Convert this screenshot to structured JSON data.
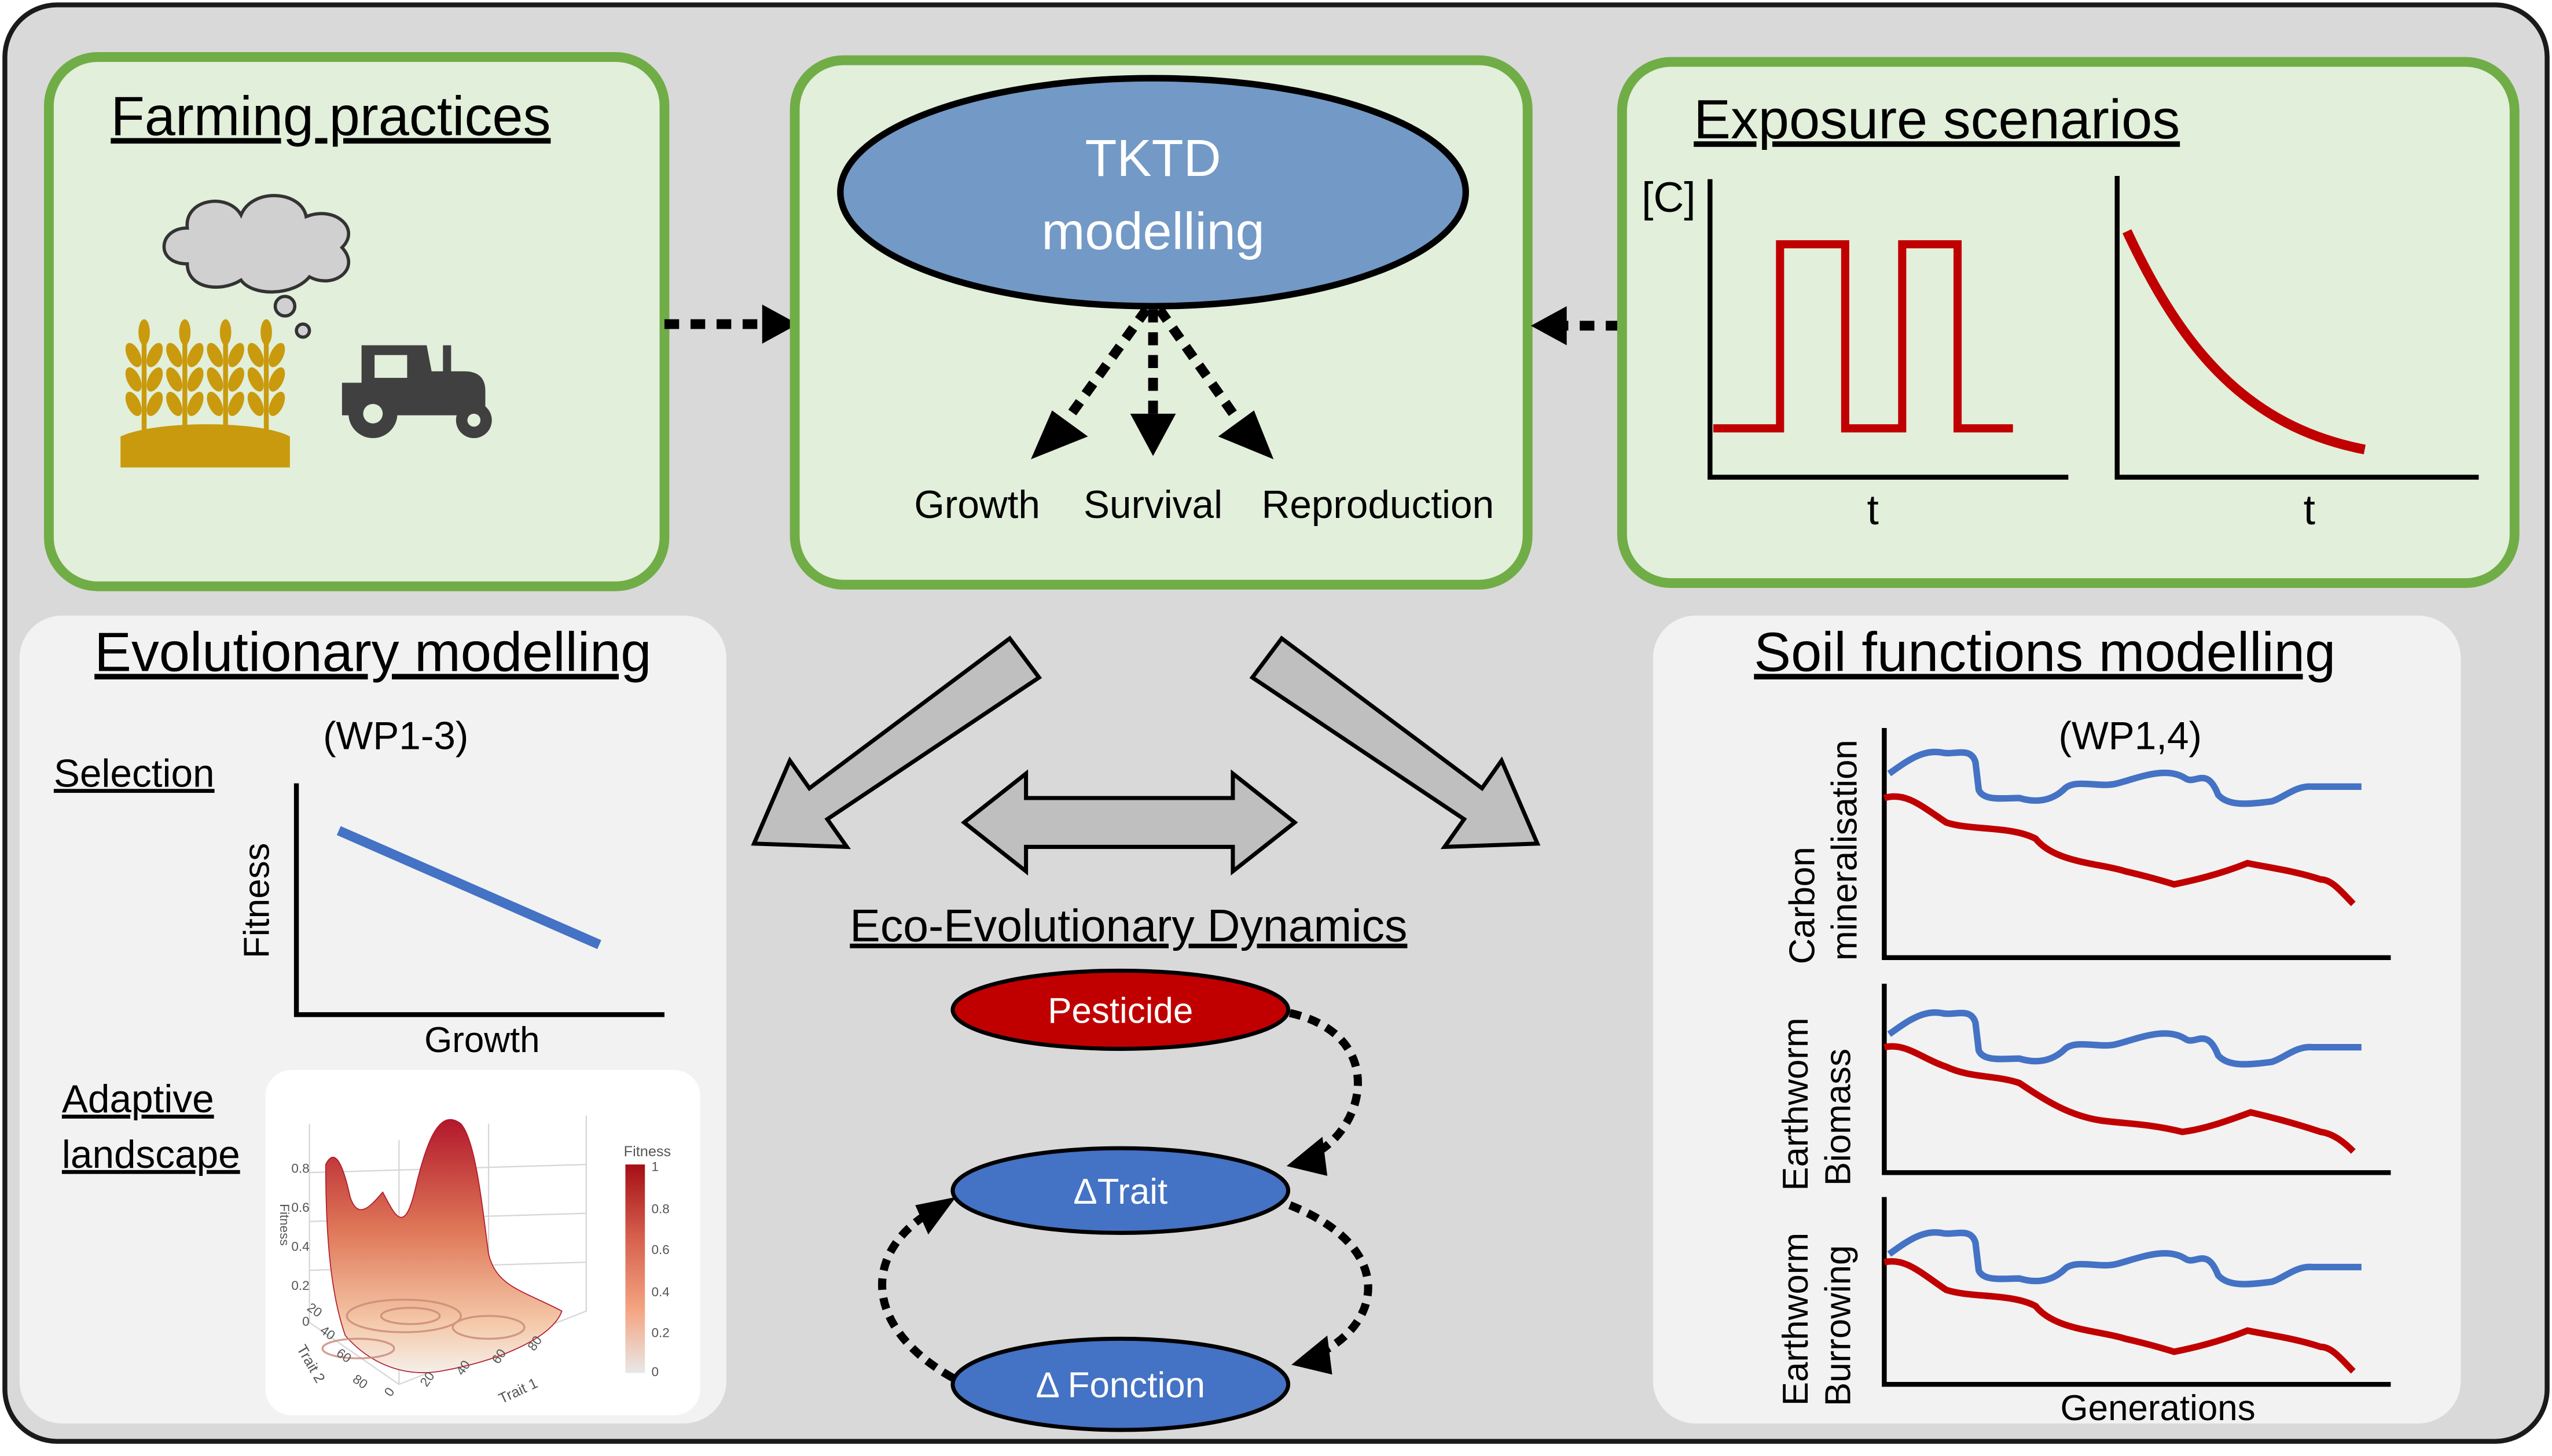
{
  "farming": {
    "title": "Farming practices"
  },
  "tktd": {
    "ellipse_line1": "TKTD",
    "ellipse_line2": "modelling",
    "outputs": [
      "Growth",
      "Survival",
      "Reproduction"
    ]
  },
  "exposure": {
    "title": "Exposure scenarios",
    "y_label": "[C]",
    "x_label_1": "t",
    "x_label_2": "t"
  },
  "evolutionary": {
    "title": "Evolutionary modelling",
    "wp": "(WP1-3)",
    "selection_label": "Selection",
    "fitness_label": "Fitness",
    "growth_label": "Growth",
    "adaptive_line1": "Adaptive",
    "adaptive_line2": "landscape",
    "surface": {
      "colorbar_title": "Fitness",
      "colorbar_ticks": [
        "1",
        "0.8",
        "0.6",
        "0.4",
        "0.2",
        "0"
      ],
      "z_axis_label": "Fitness",
      "z_ticks": [
        "0.8",
        "0.6",
        "0.4",
        "0.2",
        "0"
      ],
      "trait1_label": "Trait 1",
      "trait2_label": "Trait 2",
      "trait1_ticks": [
        "0",
        "20",
        "40",
        "60",
        "80"
      ],
      "trait2_ticks": [
        "20",
        "40",
        "60",
        "80"
      ]
    }
  },
  "center": {
    "title": "Eco-Evolutionary Dynamics",
    "pesticide": "Pesticide",
    "trait": "ΔTrait",
    "fonction": "Δ Fonction"
  },
  "soil": {
    "title": "Soil functions modelling",
    "wp": "(WP1,4)",
    "panels": [
      {
        "line1": "Carbon",
        "line2": "mineralisation"
      },
      {
        "line1": "Earthworm",
        "line2": "Biomass"
      },
      {
        "line1": "Earthworm",
        "line2": "Burrowing"
      }
    ],
    "x_label": "Generations"
  },
  "colors": {
    "background_panel": "#d9d9d9",
    "green_box_fill": "#e2efda",
    "green_border": "#70ad47",
    "light_panel": "#f2f2f2",
    "tktd_ellipse": "#7399c6",
    "blue_node": "#4472c4",
    "red_node": "#c00000",
    "series_blue": "#4472c4",
    "series_red": "#c00000",
    "wheat": "#c99a0e",
    "tractor": "#404040"
  }
}
